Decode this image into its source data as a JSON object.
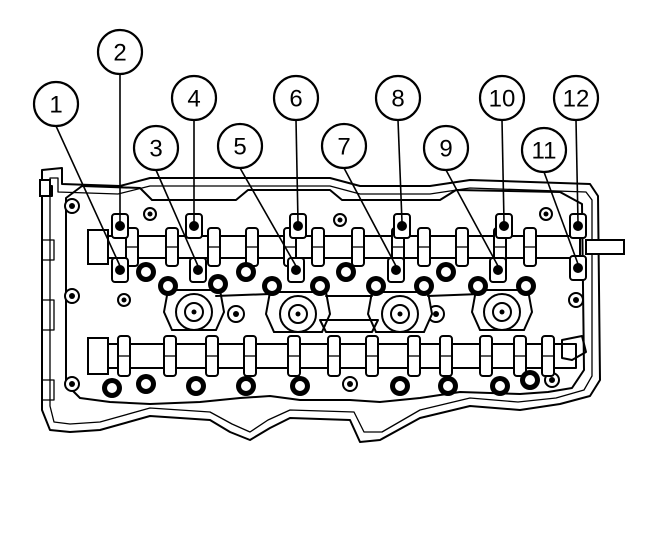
{
  "figure": {
    "callouts": [
      {
        "label": "1"
      },
      {
        "label": "2"
      },
      {
        "label": "3"
      },
      {
        "label": "4"
      },
      {
        "label": "5"
      },
      {
        "label": "6"
      },
      {
        "label": "7"
      },
      {
        "label": "8"
      },
      {
        "label": "9"
      },
      {
        "label": "10"
      },
      {
        "label": "11"
      },
      {
        "label": "12"
      }
    ],
    "colors": {
      "line": "#000000",
      "background": "#ffffff"
    }
  }
}
